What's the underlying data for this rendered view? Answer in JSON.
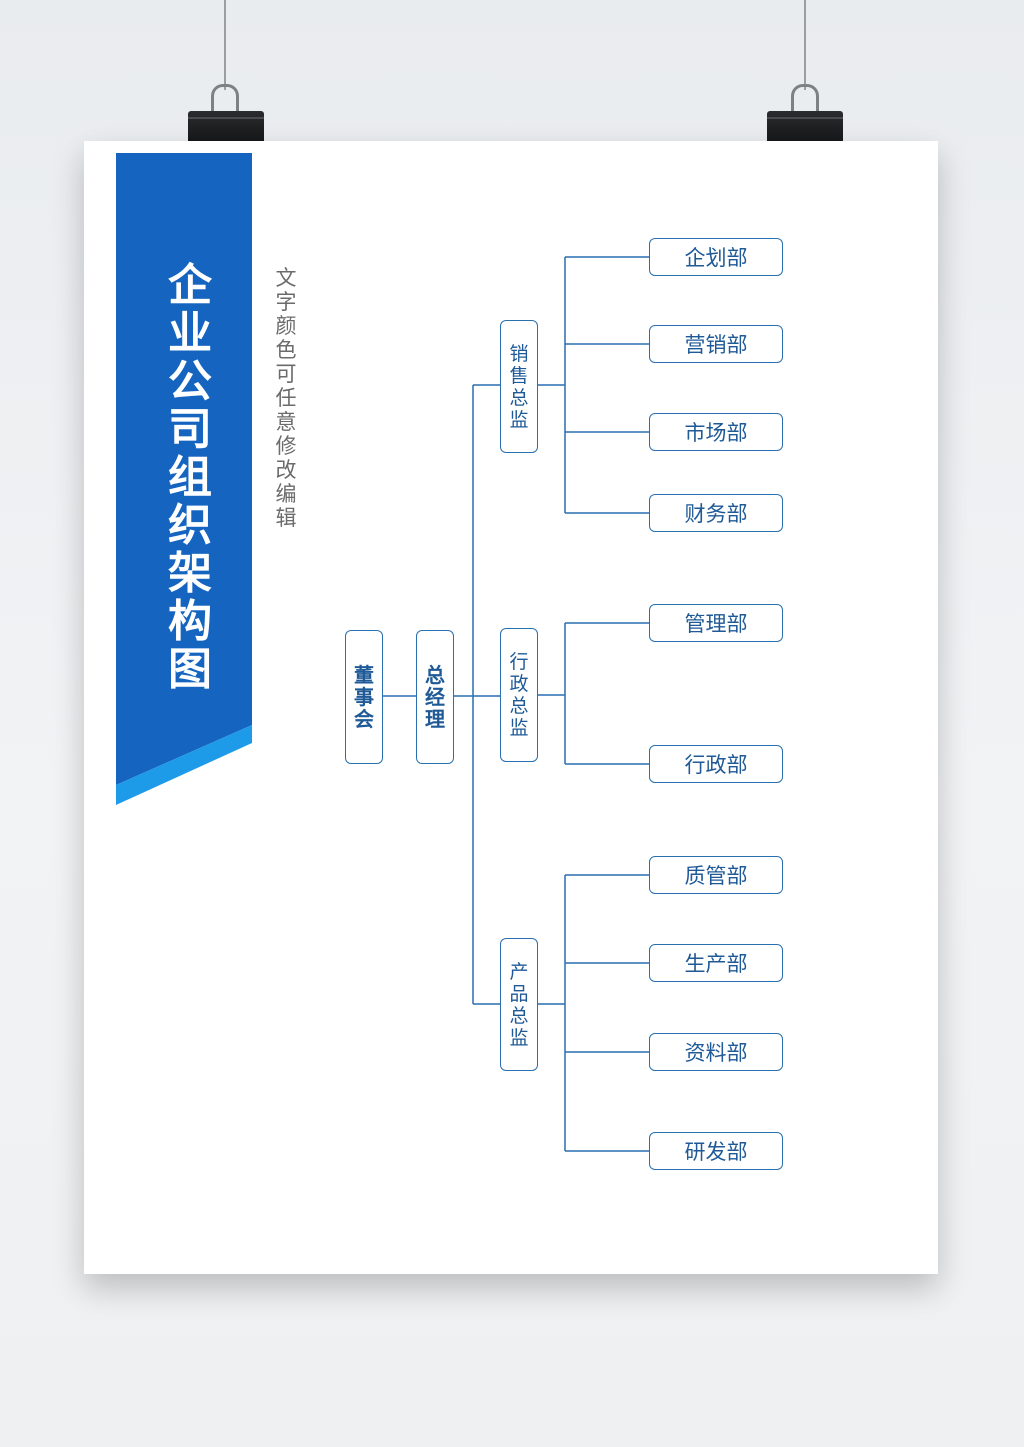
{
  "title": "企业公司组织架构图",
  "subtitle": "文字颜色可任意修改编辑",
  "colors": {
    "accent": "#1565c0",
    "accent_light": "#1e9be8",
    "line": "#2a6fb0",
    "text": "#1f5a97"
  },
  "org": {
    "board": "董事会",
    "gm": "总经理",
    "directors": [
      {
        "name": "销售总监",
        "depts": [
          "企划部",
          "营销部",
          "市场部",
          "财务部"
        ]
      },
      {
        "name": "行政总监",
        "depts": [
          "管理部",
          "行政部"
        ]
      },
      {
        "name": "产品总监",
        "depts": [
          "质管部",
          "生产部",
          "资料部",
          "研发部"
        ]
      }
    ]
  }
}
